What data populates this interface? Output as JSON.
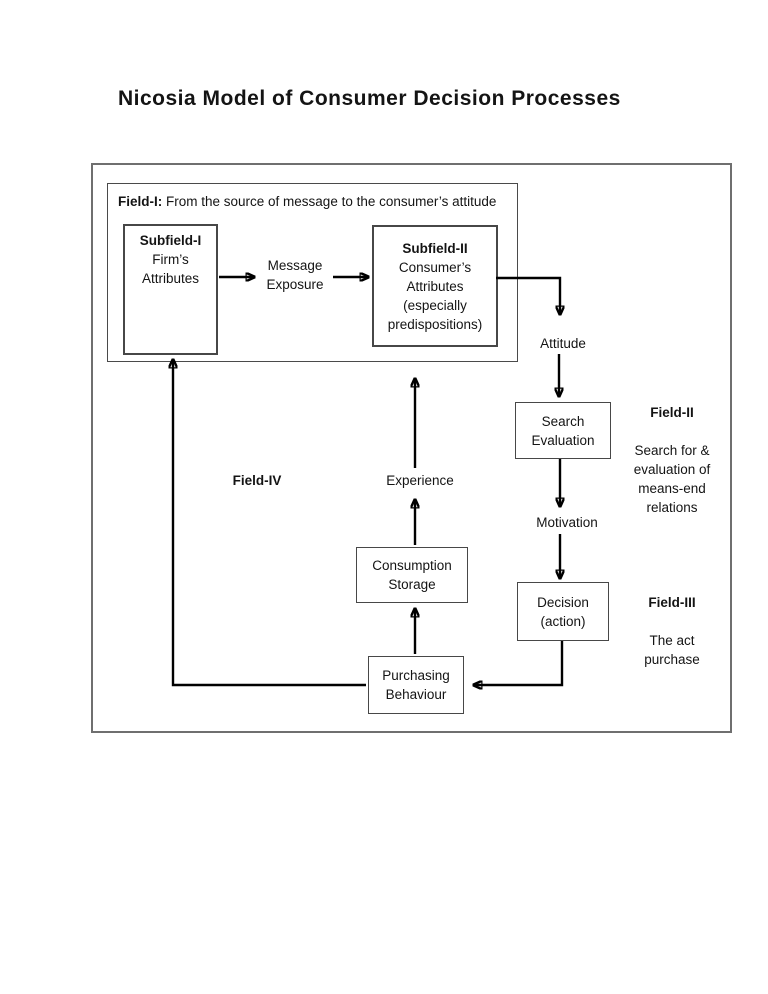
{
  "page": {
    "title": "Nicosia Model of Consumer Decision Processes"
  },
  "colors": {
    "background": "#ffffff",
    "text": "#141414",
    "box_border": "#474747",
    "frame_border": "#6f6f6f",
    "arrow": "#000000"
  },
  "field1": {
    "label_bold": "Field-I:",
    "label_rest": " From the source of message to the consumer’s attitude",
    "subfield1_title": "Subfield-I",
    "subfield1_body": "Firm’s\nAttributes",
    "subfield2_title": "Subfield-II",
    "subfield2_body": "Consumer’s\nAttributes\n(especially\npredispositions)",
    "message_exposure": "Message\nExposure"
  },
  "nodes": {
    "attitude": "Attitude",
    "search_evaluation": "Search\nEvaluation",
    "motivation": "Motivation",
    "decision": "Decision\n(action)",
    "consumption_storage": "Consumption\nStorage",
    "purchasing_behaviour": "Purchasing\nBehaviour",
    "experience": "Experience"
  },
  "annotations": {
    "field2_title": "Field-II",
    "field2_body": "Search for &\nevaluation of\nmeans-end\nrelations",
    "field3_title": "Field-III",
    "field3_body": "The act\npurchase",
    "field4_title": "Field-IV"
  }
}
